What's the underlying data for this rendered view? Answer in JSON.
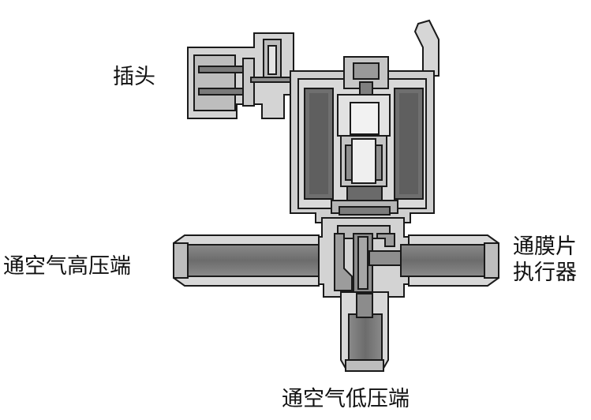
{
  "diagram": {
    "labels": {
      "plug": "插头",
      "high_pressure_port": "通空气高压端",
      "diaphragm_actuator_line1": "通膜片",
      "diaphragm_actuator_line2": "执行器",
      "low_pressure_port": "通空气低压端"
    },
    "colors": {
      "body_light": "#d9d9d9",
      "body_mid": "#b3b3b3",
      "coil_dark": "#6f6f6f",
      "tube_dark": "#7a7a7a",
      "outline": "#1a1a1a"
    }
  }
}
